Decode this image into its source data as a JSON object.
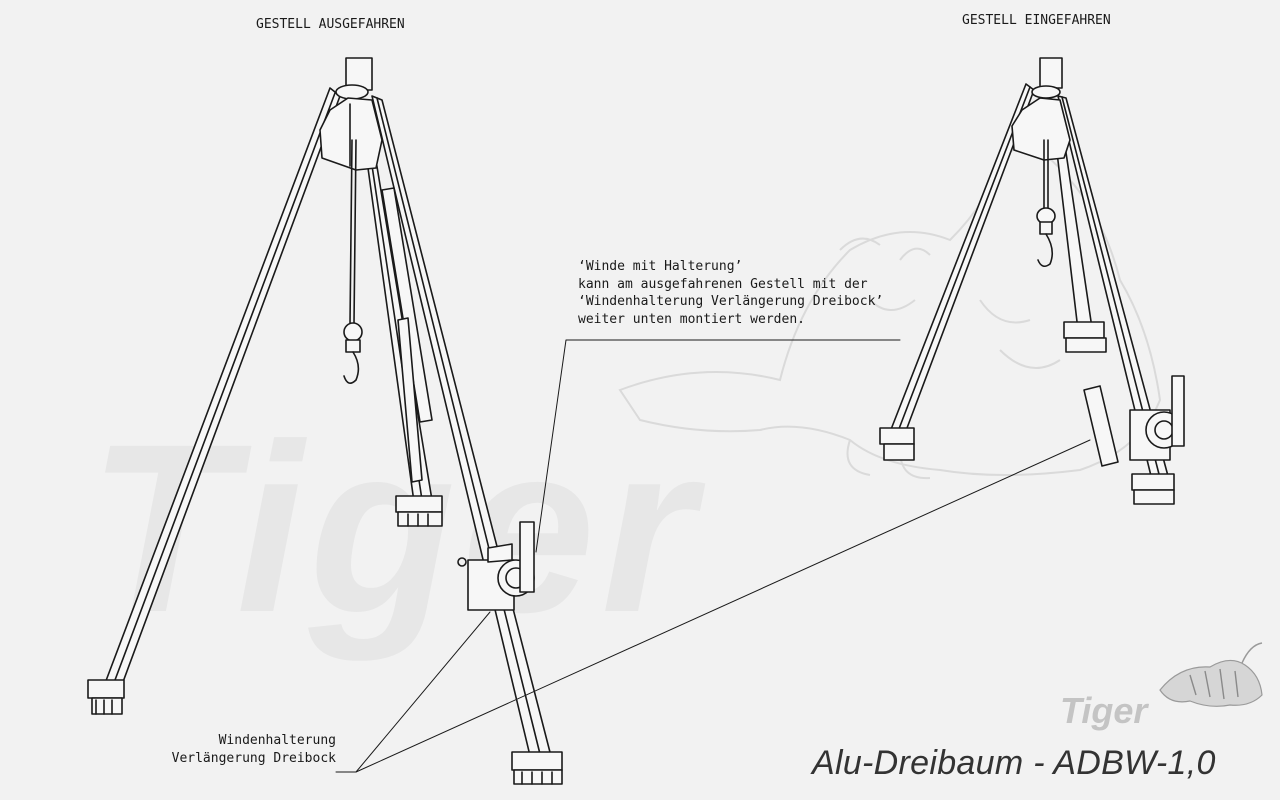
{
  "labels": {
    "extended": "GESTELL AUSGEFAHREN",
    "retracted": "GESTELL EINGEFAHREN"
  },
  "note": {
    "line1": "‘Winde mit Halterung’",
    "line2": "kann am ausgefahrenen Gestell mit der",
    "line3": "‘Windenhalterung Verlängerung Dreibock’",
    "line4": "weiter unten montiert werden."
  },
  "legend": {
    "line1": "Windenhalterung",
    "line2": "Verlängerung Dreibock"
  },
  "product_title": "Alu-Dreibaum - ADBW-1,0",
  "watermark_text": "Tiger",
  "logo_text": "Tiger",
  "icons": [
    "tiger-watermark-icon",
    "tiger-logo-icon"
  ],
  "colors": {
    "background": "#f2f2f2",
    "line": "#1a1a1a",
    "watermark": "#e7e7e7",
    "title": "#333333"
  }
}
